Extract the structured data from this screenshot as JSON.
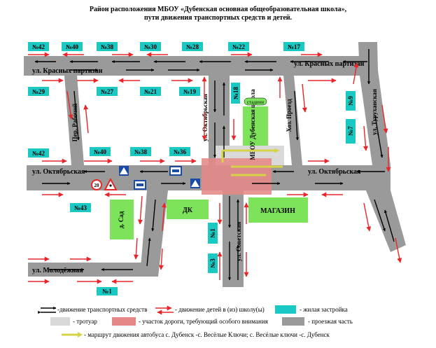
{
  "title": {
    "line1": "Район расположения МБОУ «Дубенская основная общеобразовательная школа»,",
    "line2": "пути движения транспортных средств и детей."
  },
  "streets": {
    "krasnykh_left": "ул. Красных партизан",
    "krasnykh_right": "ул. Красных партизан",
    "oktyabrskaya_left": "ул. Октябрьская",
    "oktyabrskaya_right": "ул. Октябрьская",
    "oktyabrskaya_vertical": "ул. Октябрьская",
    "rabochiy": "Пер. Рабочий",
    "sovetskaya": "ул. Советская",
    "sad": "д. Сад",
    "molodezhnaya": "ул. Молодёжная",
    "khoz_proezd": "Хоз. Проезд",
    "turukhanskaya": "ул. Туруханская"
  },
  "houses": {
    "top_row": [
      "№42",
      "№40",
      "№38",
      "№30",
      "№28",
      "№22",
      "№17"
    ],
    "second_row": [
      "№29",
      "№27",
      "№21",
      "№19"
    ],
    "vertical_18": "№18",
    "right_9": "№9",
    "right_7": "№7",
    "mid_row": [
      "№42",
      "№40",
      "№38",
      "№36"
    ],
    "n43": "№43",
    "n1_vertical": "№1",
    "n3_vertical": "№3",
    "n1_bottom": "№1"
  },
  "buildings": {
    "school": "МБОУ Дубенская школа",
    "stadium": "стадион",
    "dk": "ДК",
    "shop": "МАГАЗИН"
  },
  "signs": {
    "speed_limit": "20"
  },
  "legend": {
    "traffic": "-движение транспортных средств",
    "children": "- движение детей в (из) школу(ы)",
    "residential": "- жилая застройка",
    "sidewalk": "- тротуар",
    "attention": "- участок дороги, требующий особого внимания",
    "roadway": "- проезжая часть",
    "bus_route": "- маршрут движения автобуса с. Дубенск -с. Весёлые Ключи; с. Весёлые ключи -с. Дубенск"
  },
  "colors": {
    "road": "#9a9a9a",
    "house": "#1ac9c3",
    "green": "#7de35a",
    "attention": "#e58787",
    "sidewalk": "#d9d9d9",
    "child_arrow": "#e8262a",
    "bus_arrow": "#d4d446",
    "sign_blue": "#1a4aa8"
  }
}
